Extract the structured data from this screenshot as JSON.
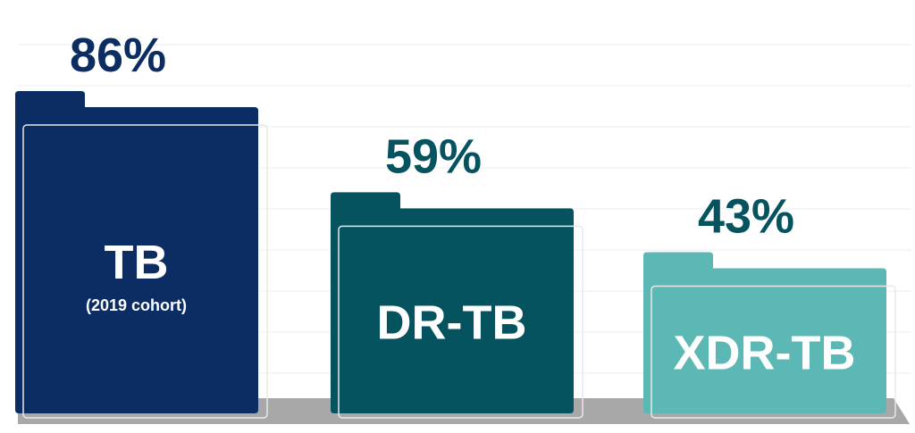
{
  "chart_data": {
    "type": "bar",
    "categories": [
      "TB",
      "DR-TB",
      "XDR-TB"
    ],
    "category_sublabels": [
      "(2019 cohort)",
      "",
      ""
    ],
    "values": [
      86,
      59,
      43
    ],
    "value_labels": [
      "86%",
      "59%",
      "43%"
    ],
    "ylim": [
      0,
      100
    ],
    "grid": true,
    "colors": [
      "#0b2d63",
      "#05535f",
      "#5bb8b4"
    ],
    "label_colors": [
      "#0b2d63",
      "#05535f",
      "#05535f"
    ]
  }
}
